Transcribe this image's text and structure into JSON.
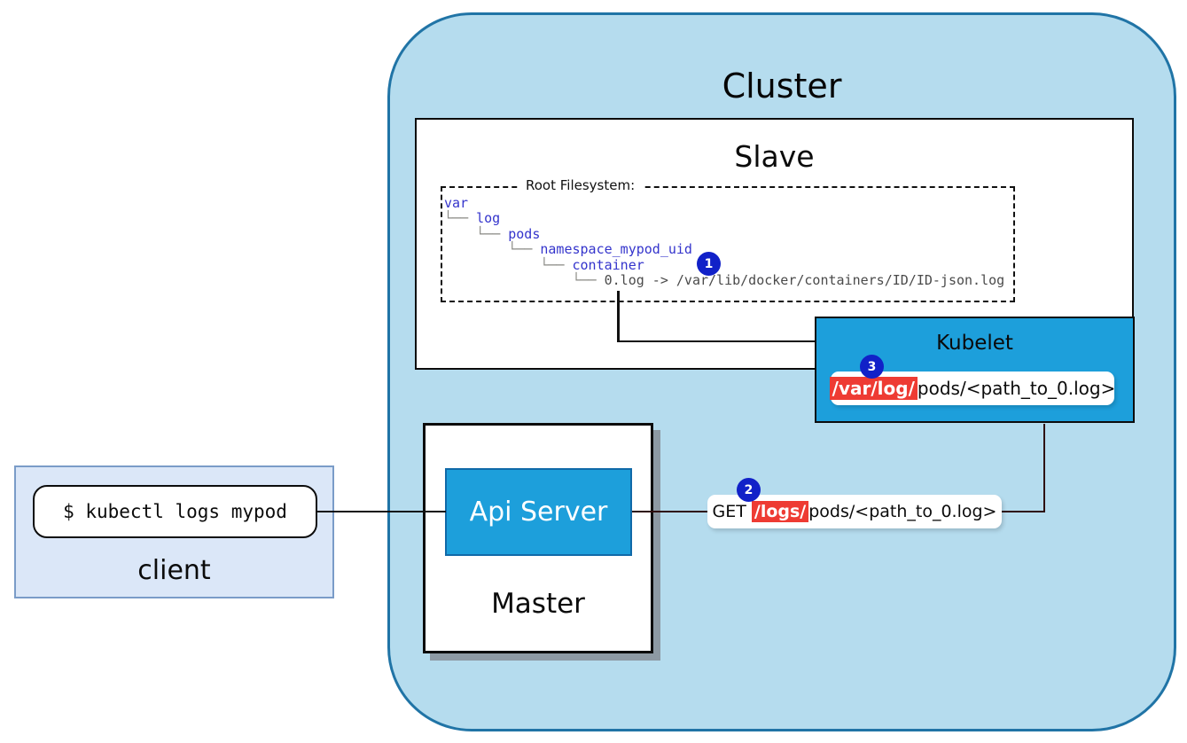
{
  "cluster": {
    "title": "Cluster"
  },
  "slave": {
    "title": "Slave"
  },
  "root_fs": {
    "label": "Root Filesystem:",
    "tree": {
      "lines": [
        {
          "prefix": "",
          "name": "var"
        },
        {
          "prefix": "└── ",
          "name": "log"
        },
        {
          "prefix": "    └── ",
          "name": "pods"
        },
        {
          "prefix": "        └── ",
          "name": "namespace_mypod_uid"
        },
        {
          "prefix": "            └── ",
          "name": "container"
        },
        {
          "prefix": "                └── ",
          "name": "0.log -> /var/lib/docker/containers/ID/ID-json.log"
        }
      ]
    }
  },
  "kubelet": {
    "title": "Kubelet",
    "path_highlight": "/var/log/",
    "path_rest": "pods/<path_to_0.log>"
  },
  "master": {
    "title": "Master",
    "api_server_label": "Api Server"
  },
  "client": {
    "command": "$ kubectl logs mypod",
    "label": "client"
  },
  "request": {
    "method": "GET ",
    "highlight": "/logs/",
    "rest": "pods/<path_to_0.log>"
  },
  "badges": {
    "step1": "1",
    "step2": "2",
    "step3": "3"
  },
  "colors": {
    "cluster_fill": "#b5dcee",
    "cluster_border": "#2074a6",
    "node_blue": "#1d9fdb",
    "api_server_border": "#1069a8",
    "badge_blue": "#1121c8",
    "highlight_red": "#ee3b33",
    "client_fill": "#dbe7f8",
    "client_border": "#7a9cc8",
    "tree_name_blue": "#3434cc",
    "tree_prefix_gray": "#8a8a85",
    "line_black": "#111111",
    "line_maroon": "#2e0c0c",
    "master_shadow_gray": "#8d99a3"
  }
}
